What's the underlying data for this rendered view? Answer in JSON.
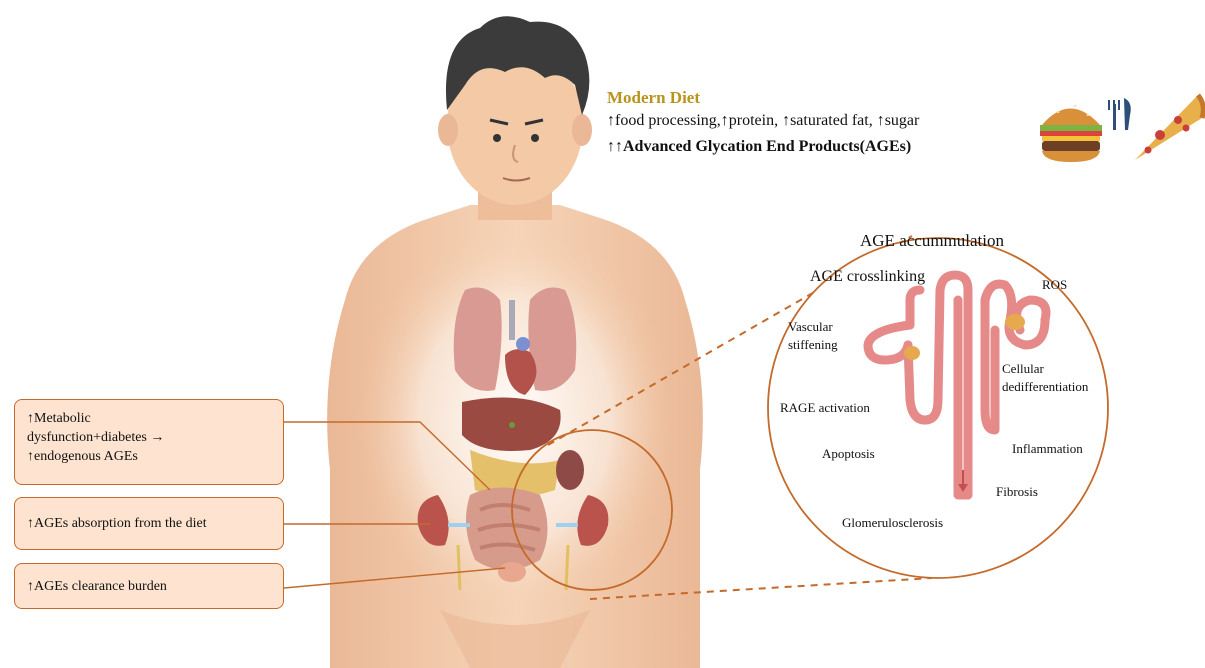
{
  "diet": {
    "title": "Modern Diet",
    "line1": "↑food processing,↑protein, ↑saturated fat, ↑sugar",
    "line2": "↑↑Advanced Glycation End Products(AGEs)"
  },
  "callouts": {
    "metabolic_line1": "↑Metabolic",
    "metabolic_line2": "dysfunction+diabetes  →",
    "metabolic_line3": "↑endogenous AGEs",
    "absorption": "↑AGEs absorption from the diet",
    "clearance": "↑AGEs clearance burden"
  },
  "kidney": {
    "title": "AGE accummulation",
    "crosslinking": "AGE crosslinking",
    "ros": "ROS",
    "vascular_1": "Vascular",
    "vascular_2": "stiffening",
    "cellular_1": "Cellular",
    "cellular_2": "dedifferentiation",
    "rage": "RAGE activation",
    "apoptosis": "Apoptosis",
    "inflammation": "Inflammation",
    "fibrosis": "Fibrosis",
    "glomerulosclerosis": "Glomerulosclerosis"
  },
  "colors": {
    "accent": "#c46a2a",
    "diet_title": "#b8941c",
    "callout_fill": "#fde3d0",
    "skin": "#f3c9a6",
    "nephron": "#e58a88",
    "hair": "#3b3b3b"
  },
  "icons": [
    "burger-icon",
    "utensils-icon",
    "pizza-icon"
  ]
}
